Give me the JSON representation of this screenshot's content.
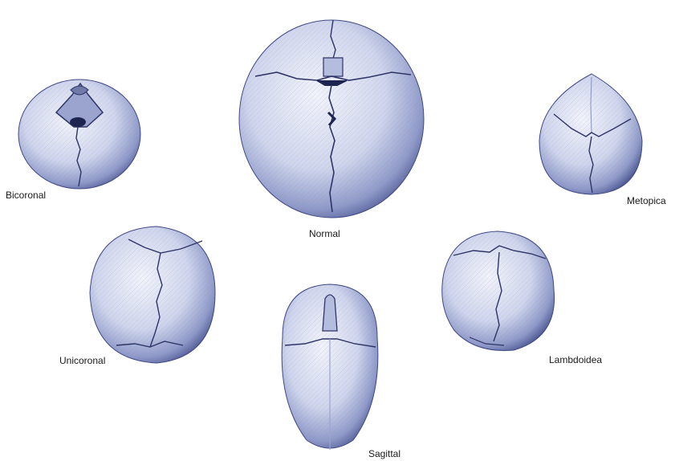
{
  "labels": {
    "bicoronal": "Bicoronal",
    "normal": "Normal",
    "metopica": "Metopica",
    "unicoronal": "Unicoronal",
    "lambdoidea": "Lambdoidea",
    "sagittal": "Sagittal"
  },
  "colors": {
    "skull_light": "#e6eaf6",
    "skull_mid": "#9aa6d0",
    "skull_dark": "#4b5590",
    "suture": "#2e3566",
    "background": "#ffffff"
  }
}
